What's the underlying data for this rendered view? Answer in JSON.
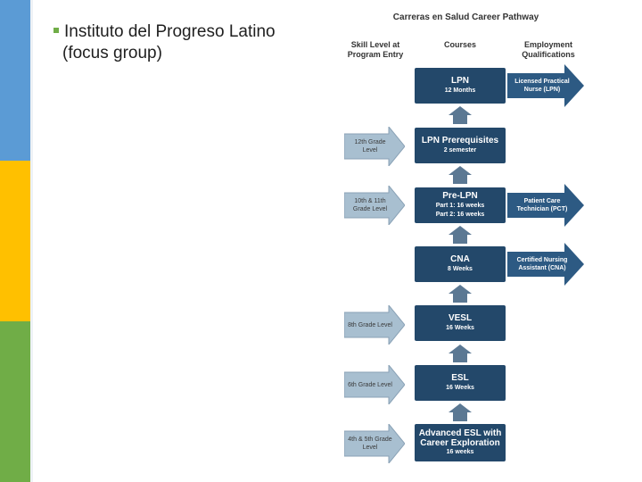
{
  "bullet": {
    "line1": "Instituto del Progreso Latino",
    "line2": "(focus group)"
  },
  "colors": {
    "bar_top": "#5b9bd5",
    "bar_mid": "#ffc000",
    "bar_bottom": "#70ad47",
    "bullet": "#70ad47",
    "course_box": "#23486a",
    "right_arrow": "#2d5a83",
    "left_arrow": "#a8bfd0"
  },
  "diagram": {
    "title": "Carreras en Salud Career Pathway",
    "headers": {
      "skill": "Skill Level at Program Entry",
      "courses": "Courses",
      "employment": "Employment Qualifications"
    },
    "courses": [
      {
        "name": "LPN",
        "sub": "12 Months"
      },
      {
        "name": "LPN Prerequisites",
        "sub": "2 semester"
      },
      {
        "name": "Pre-LPN",
        "sub": "Part 1: 16 weeks\nPart 2: 16 weeks"
      },
      {
        "name": "CNA",
        "sub": "8 Weeks"
      },
      {
        "name": "VESL",
        "sub": "16 Weeks"
      },
      {
        "name": "ESL",
        "sub": "16 Weeks"
      },
      {
        "name": "Advanced ESL with Career Exploration",
        "sub": "16 weeks"
      }
    ],
    "employment": [
      "Licensed Practical Nurse (LPN)",
      "Patient Care Technician (PCT)",
      "Certified Nursing Assistant (CNA)"
    ],
    "skill_levels": [
      "12th Grade Level",
      "10th & 11th Grade Level",
      "8th Grade Level",
      "6th Grade Level",
      "4th & 5th Grade Level"
    ]
  }
}
